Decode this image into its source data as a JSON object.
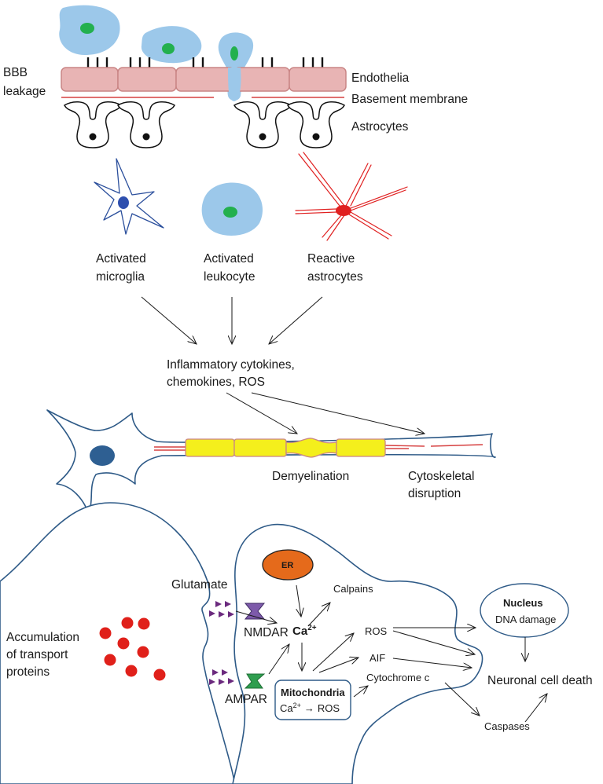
{
  "bbb": {
    "side_label_line1": "BBB",
    "side_label_line2": "leakage",
    "endothelia": "Endothelia",
    "basement_membrane": "Basement membrane",
    "astrocytes": "Astrocytes"
  },
  "cells": {
    "microglia_line1": "Activated",
    "microglia_line2": "microglia",
    "leukocyte_line1": "Activated",
    "leukocyte_line2": "leukocyte",
    "astro_line1": "Reactive",
    "astro_line2": "astrocytes"
  },
  "inflammation": {
    "line1": "Inflammatory cytokines,",
    "line2": "chemokines, ROS"
  },
  "axon": {
    "demyelination": "Demyelination",
    "cyto_line1": "Cytoskeletal",
    "cyto_line2": "disruption"
  },
  "synapse": {
    "glutamate": "Glutamate",
    "accum_line1": "Accumulation",
    "accum_line2": "of transport",
    "accum_line3": "proteins",
    "nmdar": "NMDAR",
    "ampar": "AMPAR",
    "ca_base": "Ca",
    "ca_sup": "2+",
    "er": "ER",
    "calpains": "Calpains",
    "ros": "ROS",
    "aif": "AIF",
    "cytochrome": "Cytochrome c",
    "mito_title": "Mitochondria",
    "mito_ca": "Ca",
    "mito_sup": "2+",
    "mito_arrow": "→",
    "mito_ros": "ROS",
    "nucleus_title": "Nucleus",
    "nucleus_sub": "DNA damage",
    "death": "Neuronal cell death",
    "caspases": "Caspases"
  },
  "colors": {
    "outline": "#2e5a87",
    "leukocyte": "#9cc8ea",
    "nucleus_green": "#23b04e",
    "endothelia_fill": "#e8b4b4",
    "endothelia_stroke": "#c98585",
    "membrane_red": "#d64040",
    "microglia_stroke": "#2b4f9c",
    "microglia_nucleus": "#2e4fae",
    "astro_red": "#e02020",
    "myelin": "#f4ef1c",
    "neuron_nucleus": "#2e5f92",
    "vesicle_red": "#e0201a",
    "glutamate_purple": "#6b2a7e",
    "nmdar": "#7d5aaa",
    "ampar": "#2f9e4f",
    "er_fill": "#e56a1b"
  }
}
